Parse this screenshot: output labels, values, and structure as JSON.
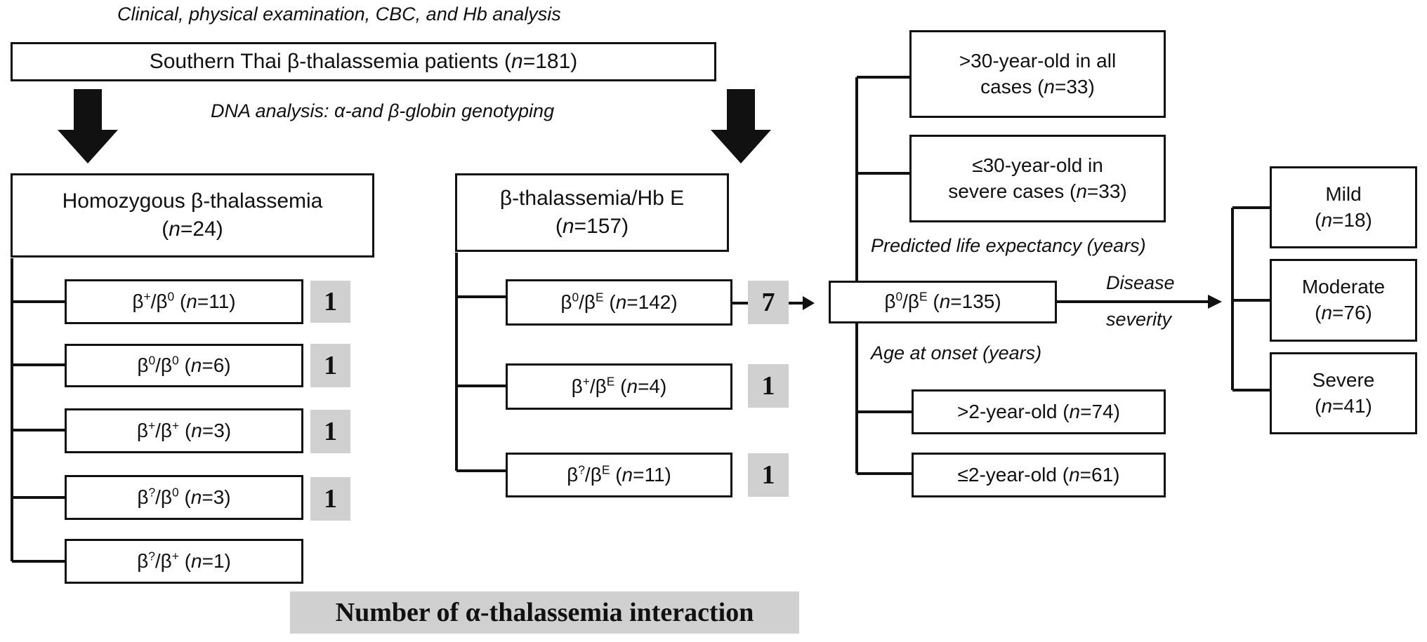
{
  "captions": {
    "top": "Clinical, physical examination, CBC, and Hb analysis",
    "dna": "DNA analysis: α-and β-globin genotyping",
    "life_expectancy": "Predicted life expectancy (years)",
    "disease_severity_1": "Disease",
    "disease_severity_2": "severity",
    "age_onset": "Age at onset (years)"
  },
  "root": {
    "pre": "Southern Thai β-thalassemia patients (",
    "n": "n",
    "post": "=181)"
  },
  "homozygous": {
    "title": "Homozygous β-thalassemia",
    "n_open": "(",
    "n": "n",
    "n_close": "=24)",
    "genotypes": [
      {
        "b1": "β",
        "s1": "+",
        "b2": "/β",
        "s2": "0",
        "count": "=11)",
        "interaction": "1"
      },
      {
        "b1": "β",
        "s1": "0",
        "b2": "/β",
        "s2": "0",
        "count": "=6)",
        "interaction": "1"
      },
      {
        "b1": "β",
        "s1": "+",
        "b2": "/β",
        "s2": "+",
        "count": "=3)",
        "interaction": "1"
      },
      {
        "b1": "β",
        "s1": "?",
        "b2": "/β",
        "s2": "0",
        "count": "=3)",
        "interaction": "1"
      },
      {
        "b1": "β",
        "s1": "?",
        "b2": "/β",
        "s2": "+",
        "count": "=1)",
        "interaction": ""
      }
    ]
  },
  "hbe": {
    "title": "β-thalassemia/Hb E",
    "n_open": "(",
    "n": "n",
    "n_close": "=157)",
    "genotypes": [
      {
        "b1": "β",
        "s1": "0",
        "b2": "/β",
        "s2": "E",
        "count": "=142)",
        "interaction": "7"
      },
      {
        "b1": "β",
        "s1": "+",
        "b2": "/β",
        "s2": "E",
        "count": "=4)",
        "interaction": "1"
      },
      {
        "b1": "β",
        "s1": "?",
        "b2": "/β",
        "s2": "E",
        "count": "=11)",
        "interaction": "1"
      }
    ]
  },
  "selected": {
    "b1": "β",
    "s1": "0",
    "b2": "/β",
    "s2": "E",
    "count": "=135)"
  },
  "life_expectancy_groups": [
    {
      "line1": ">30-year-old in all",
      "line2_pre": "cases (",
      "n": "n",
      "line2_post": "=33)"
    },
    {
      "line1": "≤30-year-old in",
      "line2_pre": "severe cases (",
      "n": "n",
      "line2_post": "=33)"
    }
  ],
  "onset_groups": [
    {
      "pre": ">2-year-old (",
      "n": "n",
      "post": "=74)"
    },
    {
      "pre": "≤2-year-old (",
      "n": "n",
      "post": "=61)"
    }
  ],
  "severity_groups": [
    {
      "label": "Mild",
      "open": "(",
      "n": "n",
      "count": "=18)"
    },
    {
      "label": "Moderate",
      "open": "(",
      "n": "n",
      "count": "=76)"
    },
    {
      "label": "Severe",
      "open": "(",
      "n": "n",
      "count": "=41)"
    }
  ],
  "n_open": "(",
  "n_letter": "n",
  "legend": "Number of α-thalassemia interaction"
}
